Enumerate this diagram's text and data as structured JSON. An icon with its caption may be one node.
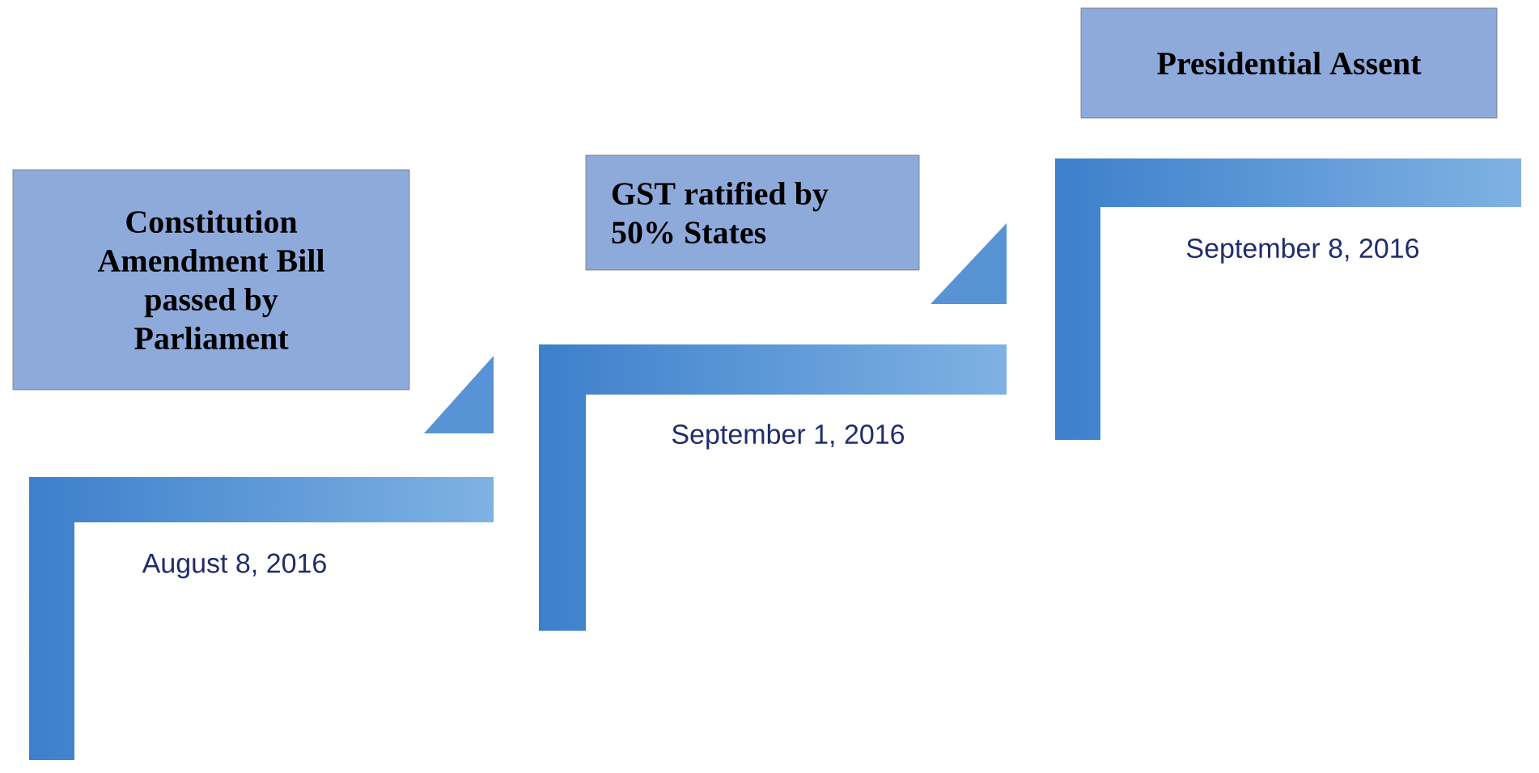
{
  "diagram": {
    "nodes": [
      {
        "text": [
          "Constitution Amendment Bill passed by Parliament"
        ]
      },
      {
        "text": [
          "GST ratified by 50% States"
        ]
      },
      {
        "text": [
          "Presidential Assent"
        ]
      },
      {
        "text": [
          "August 8, 2016"
        ]
      },
      {
        "text": [
          "September 1, 2016"
        ]
      },
      {
        "text": [
          "September 8, 2016"
        ]
      }
    ]
  }
}
